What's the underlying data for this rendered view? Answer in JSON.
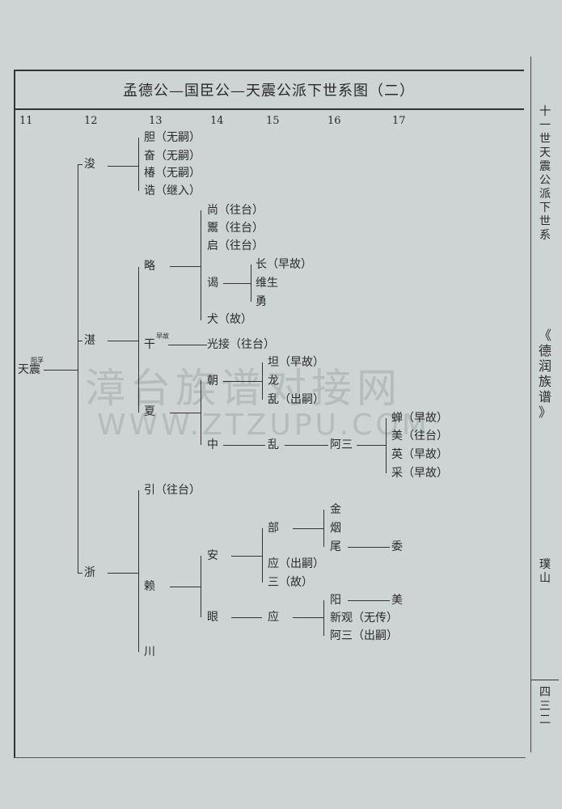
{
  "title": "孟德公—国臣公—天震公派下世系图（二）",
  "generations": [
    "11",
    "12",
    "13",
    "14",
    "15",
    "16",
    "17"
  ],
  "root": {
    "name": "天震",
    "note": "阳孚"
  },
  "gen12": [
    "浚",
    "湛",
    "浙"
  ],
  "jun_children": [
    "胆（无嗣）",
    "奋（无嗣）",
    "椿（无嗣）",
    "诰（继入）"
  ],
  "zhan_children": [
    "略",
    "干",
    "夏"
  ],
  "gan_note": "早故",
  "lue_children": [
    "尚（往台）",
    "鬻（往台）",
    "启（往台）",
    "谒",
    "犬（故）"
  ],
  "ye_children": [
    "长（早故）",
    "维生",
    "勇"
  ],
  "gan_child": "光接（往台）",
  "xia_children": [
    "朝",
    "中"
  ],
  "chao_children": [
    "坦（早故）",
    "龙",
    "乱（出嗣）"
  ],
  "zhong_child": "乱",
  "luan_child": "阿三",
  "asan_children": [
    "蝉（早故）",
    "美（往台）",
    "英（早故）",
    "采（早故）"
  ],
  "zhe_children": [
    "引（往台）",
    "赖",
    "川"
  ],
  "lai_children": [
    "安",
    "眼"
  ],
  "an_children": [
    "部",
    "应（出嗣）",
    "三（故）"
  ],
  "bu_children": [
    "金",
    "烟",
    "尾"
  ],
  "wei_child": "委",
  "yan_child": "应",
  "ying_children": [
    "阳",
    "新观（无传）",
    "阿三（出嗣）"
  ],
  "yang_child": "美",
  "side": {
    "section": "十一世天震公派下世系",
    "book": "《德润族谱》",
    "place": "璞山",
    "page": "四三二"
  },
  "watermark": {
    "cn": "漳台族谱对接网",
    "en": "WWW.ZTZUPU.COM"
  }
}
